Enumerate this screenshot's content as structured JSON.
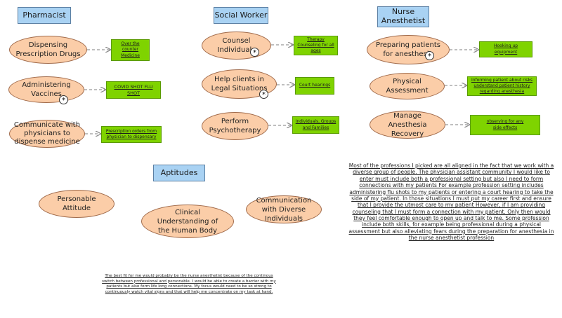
{
  "headers": {
    "pharmacist": "Pharmacist",
    "social_worker": "Social Worker",
    "nurse_anesthetist": "Nurse Anesthetist",
    "aptitudes": "Aptitudes"
  },
  "pharmacist": {
    "dispensing": "Dispensing Prescription Drugs",
    "dispensing_note": "Over the counter Medicine",
    "vaccines": "Administering Vaccines",
    "vaccines_note": "COVID SHOT FLU SHOT",
    "communicate": "Communicate with physicians to dispense medicine",
    "communicate_note": "Prescription orders from physician to dispensary"
  },
  "social_worker": {
    "counsel": "Counsel Individuals",
    "counsel_note": "Therapy Counseling for all ages",
    "legal": "Help clients in Legal Situations",
    "legal_note": "Court hearings",
    "psychotherapy": "Perform Psychotherapy",
    "psychotherapy_note": "Individuals, Groups and Families"
  },
  "nurse_anesthetist": {
    "preparing": "Preparing patients for anesthesia",
    "preparing_note": "Hooking up equipment",
    "assessment": "Physical Assessment",
    "assessment_note": "Informing patient about risks understand patient history regarding anesthesia",
    "recovery": "Manage Anesthesia Recovery",
    "recovery_note": "observing for any side effects"
  },
  "aptitudes": {
    "personable": "Personable Attitude",
    "clinical": "Clinical Understanding of the Human Body",
    "communication": "Communication with Diverse Individuals"
  },
  "star_symbol": "*",
  "reflection_text": "Most of the professions I picked are all aligned in the fact that we work with a diverse group of people. The physician assistant community I would like to enter must include both a professional setting but also I need to form connections with my patients For example profession setting includes administering flu shots to my patients or entering a court hearing to take the side of my patient. In those situations I must put my career first and ensure that I provide the utmost care to my patient However, if I am providing counseling that I must form a connection with my patient. Only then would they feel comfortable enough to open up and talk to me. Some profession include both skills, for example being professional during a physical assessment but also alleviating fears during the preparation for anesthesia in the nurse anesthetist profession",
  "best_fit_text": "The best fit for me would probably be the nurse anesthetist because of the continous switch between professional and personable. I would be able to create a barrier with my patients but also form life long connections. My focus would need to be so strong to continuously watch vital signs and that will help me concentrate on my task at hand."
}
